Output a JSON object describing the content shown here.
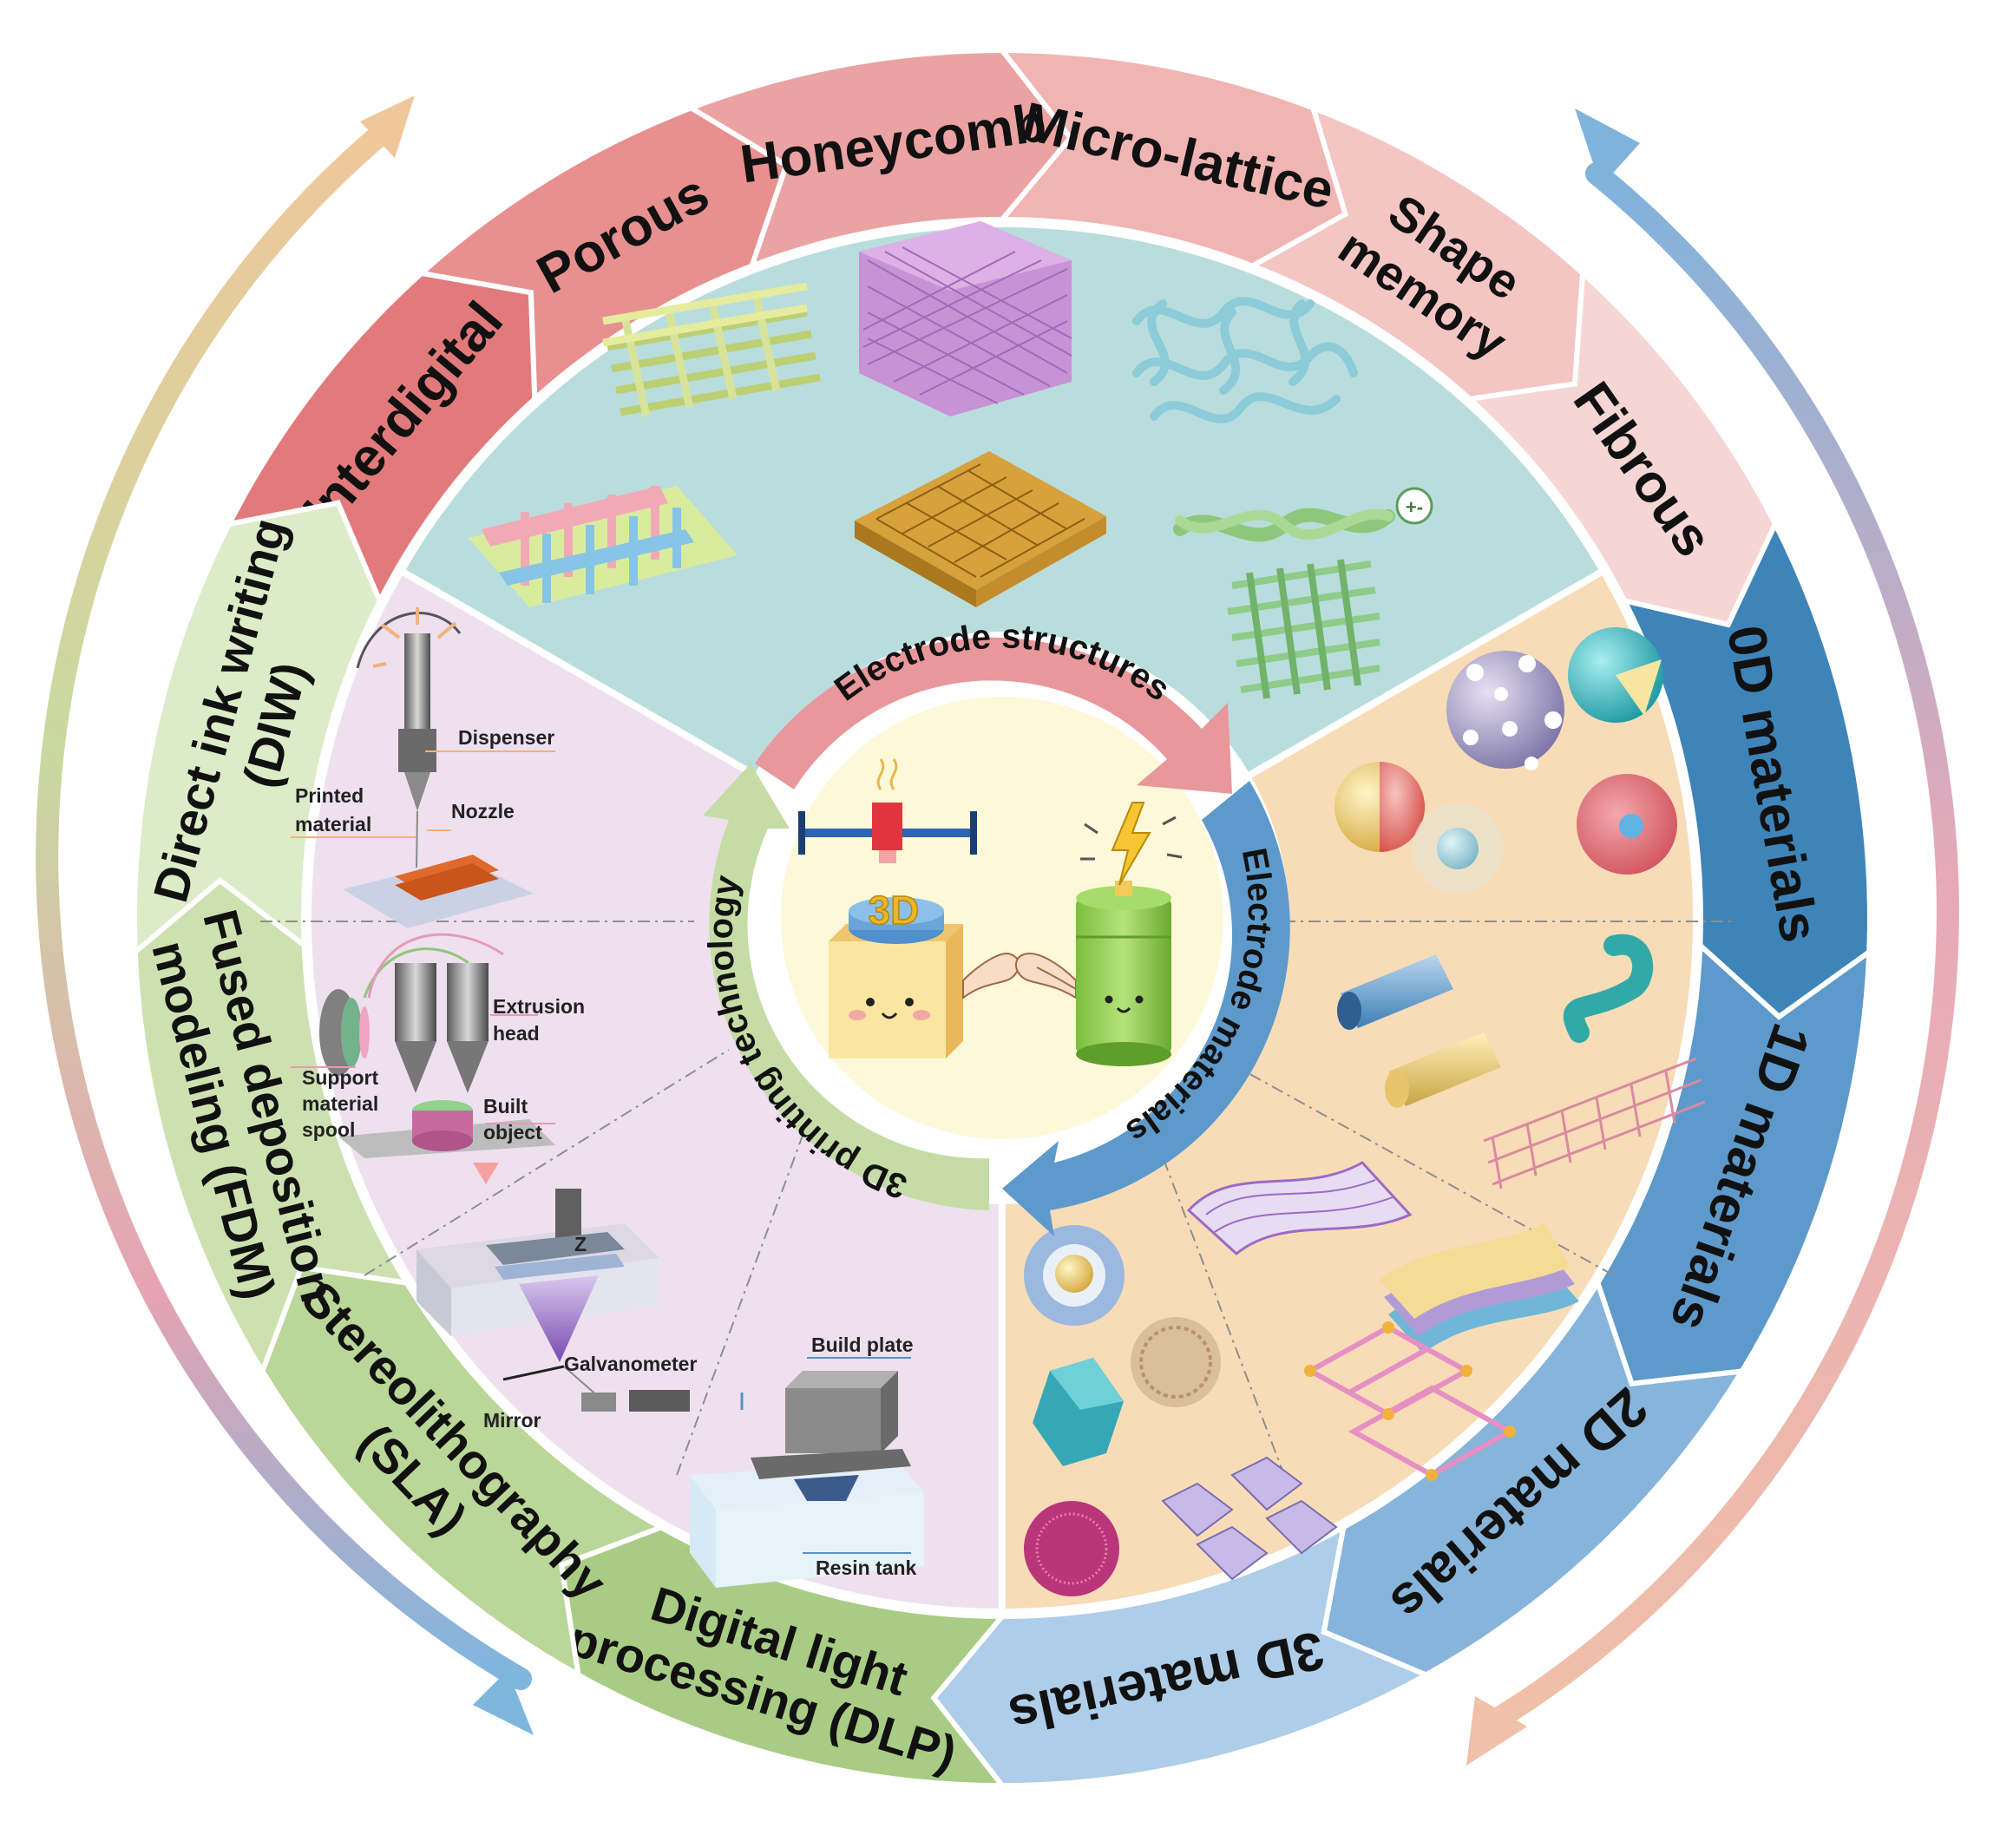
{
  "center": {
    "title_structures": "Electrode structures",
    "title_materials": "Electrode materials",
    "title_printing": "3D printing technology",
    "badge_3d": "3D"
  },
  "structures": [
    {
      "label": "Interdigital",
      "color": "#e27a7c"
    },
    {
      "label": "Porous",
      "color": "#e7908f"
    },
    {
      "label": "Honeycomb",
      "color": "#eba2a2"
    },
    {
      "label": "Micro-lattice",
      "color": "#f0b5b3"
    },
    {
      "label": "Shape memory",
      "lines": [
        "Shape",
        "memory"
      ],
      "color": "#f3c6c4"
    },
    {
      "label": "Fibrous",
      "color": "#f6d6d5"
    }
  ],
  "materials": [
    {
      "label": "0D materials",
      "color": "#3f84b8"
    },
    {
      "label": "1D materials",
      "color": "#5d9acb"
    },
    {
      "label": "2D materials",
      "color": "#86b4da"
    },
    {
      "label": "3D materials",
      "color": "#aecde8"
    }
  ],
  "technologies": [
    {
      "label": "Digital light processing (DLP)",
      "lines": [
        "Digital light",
        "processing (DLP)"
      ],
      "color": "#a9cc85"
    },
    {
      "label": "Stereolithography (SLA)",
      "lines": [
        "Stereolithography",
        "(SLA)"
      ],
      "color": "#bad698"
    },
    {
      "label": "Fused deposition modeling (FDM)",
      "lines": [
        "Fused deposition",
        "modeling (FDM)"
      ],
      "color": "#cde1b0"
    },
    {
      "label": "Direct ink writing (DIW)",
      "lines": [
        "Direct ink writing",
        "(DIW)"
      ],
      "color": "#dcebc8"
    }
  ],
  "callouts": {
    "dispenser": "Dispenser",
    "printed_material_1": "Printed",
    "printed_material_2": "material",
    "nozzle": "Nozzle",
    "extrusion_1": "Extrusion",
    "extrusion_2": "head",
    "support_1": "Support",
    "support_2": "material",
    "support_3": "spool",
    "built_1": "Built",
    "built_2": "object",
    "galvanometer": "Galvanometer",
    "mirror": "Mirror",
    "build_plate": "Build plate",
    "resin_tank": "Resin tank",
    "z_axis": "Z"
  },
  "colors": {
    "structures_bg": "#b9dddd",
    "materials_bg": "#f8dcb7",
    "printing_bg": "#efe0ef",
    "center_bg": "#fdf8d8"
  }
}
